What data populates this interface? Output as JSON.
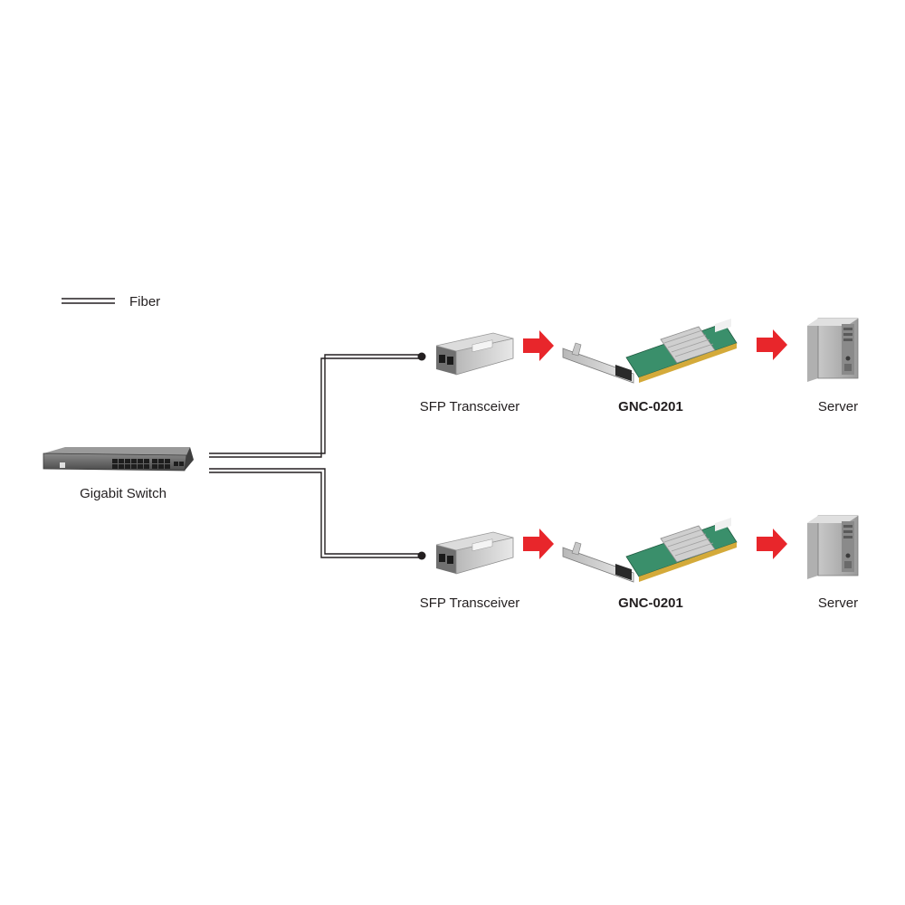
{
  "legend": {
    "fiber_label": "Fiber"
  },
  "switch": {
    "label": "Gigabit Switch"
  },
  "rows": [
    {
      "transceiver_label": "SFP Transceiver",
      "card_label": "GNC-0201",
      "server_label": "Server"
    },
    {
      "transceiver_label": "SFP Transceiver",
      "card_label": "GNC-0201",
      "server_label": "Server"
    }
  ],
  "colors": {
    "arrow": "#e8262b",
    "line": "#231f20",
    "pcb": "#3a8f6b",
    "bracket": "#c8c8c8"
  }
}
